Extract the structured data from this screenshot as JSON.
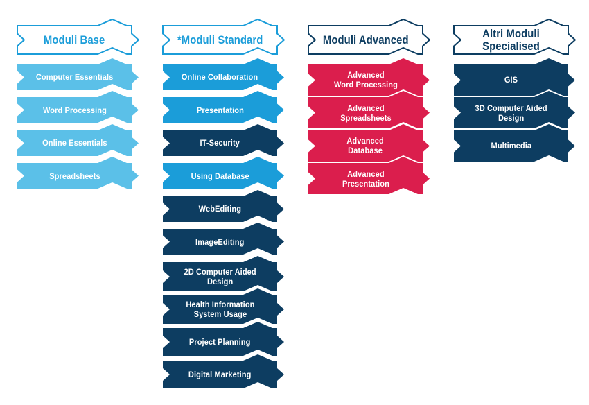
{
  "title": "Moduli ECDL diagram",
  "colors": {
    "light_blue": "#5BC0E8",
    "bright_blue": "#1B9DD9",
    "navy": "#0D3D61",
    "red": "#DB1E4D",
    "white": "#FFFFFF",
    "rule_gray": "#D6D6D6"
  },
  "columns": [
    {
      "id": "moduli-base",
      "header": {
        "label": "Moduli Base",
        "color_key": "bright_blue"
      },
      "boxes": [
        {
          "label": "Computer Essentials",
          "color_key": "light_blue"
        },
        {
          "label": "Word Processing",
          "color_key": "light_blue"
        },
        {
          "label": "Online Essentials",
          "color_key": "light_blue"
        },
        {
          "label": "Spreadsheets",
          "color_key": "light_blue"
        }
      ]
    },
    {
      "id": "moduli-standard",
      "header": {
        "label": "*Moduli Standard",
        "color_key": "bright_blue"
      },
      "boxes": [
        {
          "label": "Online Collaboration",
          "color_key": "bright_blue"
        },
        {
          "label": "Presentation",
          "color_key": "bright_blue"
        },
        {
          "label": "IT-Security",
          "color_key": "navy"
        },
        {
          "label": "Using Database",
          "color_key": "bright_blue"
        },
        {
          "label": "WebEditing",
          "color_key": "navy"
        },
        {
          "label": "ImageEditing",
          "color_key": "navy"
        },
        {
          "label": "2D Computer Aided\nDesign",
          "color_key": "navy"
        },
        {
          "label": "Health Information\nSystem Usage",
          "color_key": "navy"
        },
        {
          "label": "Project Planning",
          "color_key": "navy"
        },
        {
          "label": "Digital Marketing",
          "color_key": "navy"
        }
      ]
    },
    {
      "id": "moduli-advanced",
      "header": {
        "label": "Moduli Advanced",
        "color_key": "navy"
      },
      "boxes": [
        {
          "label": "Advanced\nWord Processing",
          "color_key": "red"
        },
        {
          "label": "Advanced\nSpreadsheets",
          "color_key": "red"
        },
        {
          "label": "Advanced\nDatabase",
          "color_key": "red"
        },
        {
          "label": "Advanced\nPresentation",
          "color_key": "red"
        }
      ]
    },
    {
      "id": "altri-moduli-specialised",
      "header": {
        "label": "Altri Moduli Specialised",
        "color_key": "navy"
      },
      "boxes": [
        {
          "label": "GIS",
          "color_key": "navy"
        },
        {
          "label": "3D Computer Aided\nDesign",
          "color_key": "navy"
        },
        {
          "label": "Multimedia",
          "color_key": "navy"
        }
      ]
    }
  ]
}
